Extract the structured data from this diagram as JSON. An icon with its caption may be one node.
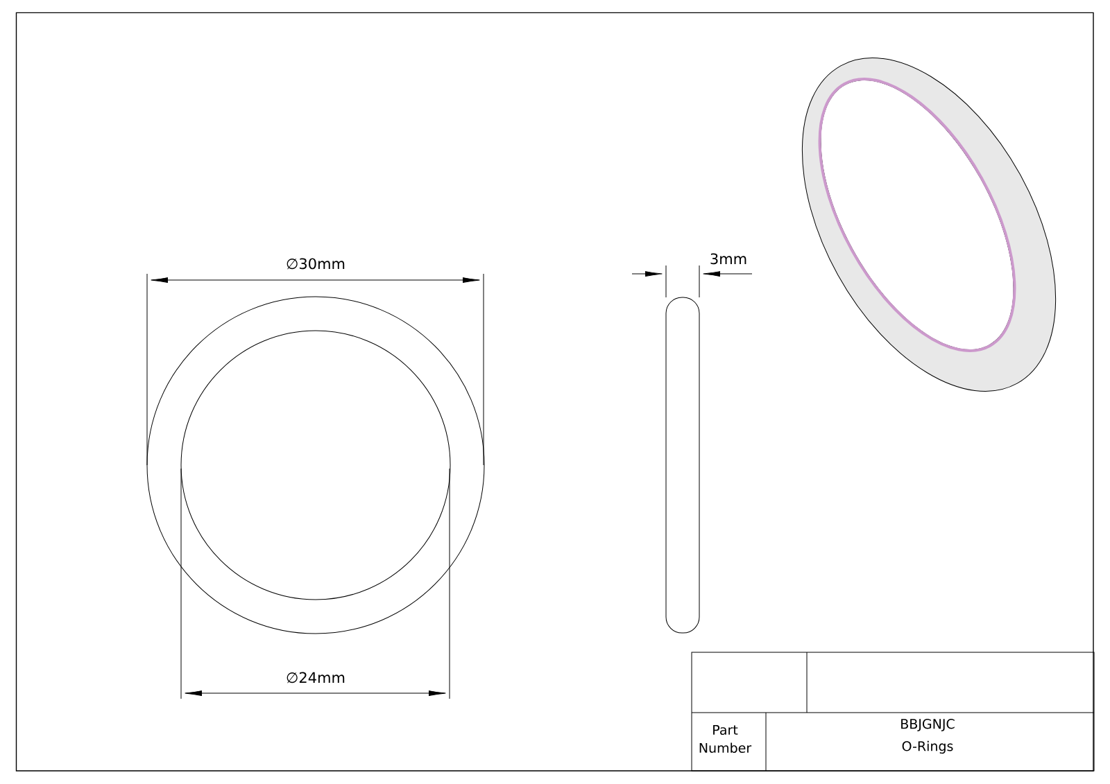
{
  "diagram": {
    "labels": [
      "∅30mm",
      "3mm",
      "∅24mm",
      "Part Number",
      "BBJGNJC",
      "O-Rings"
    ]
  }
}
